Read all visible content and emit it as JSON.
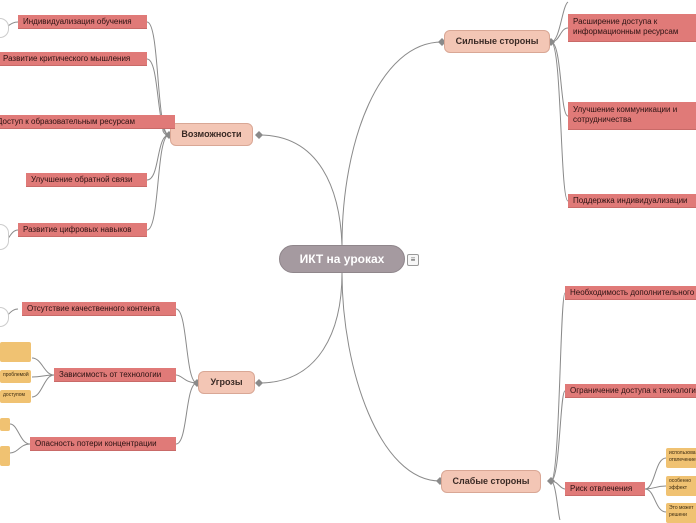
{
  "root": "ИКТ на уроках",
  "branches": {
    "strengths": {
      "label": "Сильные стороны",
      "items": [
        "Расширение доступа к информационным ресурсам",
        "Улучшение коммуникации и сотрудничества",
        "Поддержка индивидуализации"
      ]
    },
    "opportunities": {
      "label": "Возможности",
      "items": [
        "Индивидуализация обучения",
        "Развитие критического мышления",
        "Доступ к образовательным ресурсам",
        "Улучшение обратной связи",
        "Развитие цифровых навыков"
      ]
    },
    "threats": {
      "label": "Угрозы",
      "items": [
        "Отсутствие качественного контента",
        "Зависимость от технологии",
        "Опасность потери концентрации"
      ],
      "sub_items": [
        "проблемой",
        "доступом"
      ]
    },
    "weaknesses": {
      "label": "Слабые стороны",
      "items": [
        "Необходимость дополнительного",
        "Ограничение доступа к технологиям",
        "Риск отвлечения"
      ],
      "sub_items": [
        "использование отвлечение",
        "особенно эффект",
        "Это может решени"
      ]
    }
  },
  "colors": {
    "root": "#a59aa0",
    "branch": "#f3c6b5",
    "leaf": "#e07a78",
    "sub": "#f0c272",
    "edge": "#808080"
  },
  "icons": [
    "menu-icon"
  ]
}
